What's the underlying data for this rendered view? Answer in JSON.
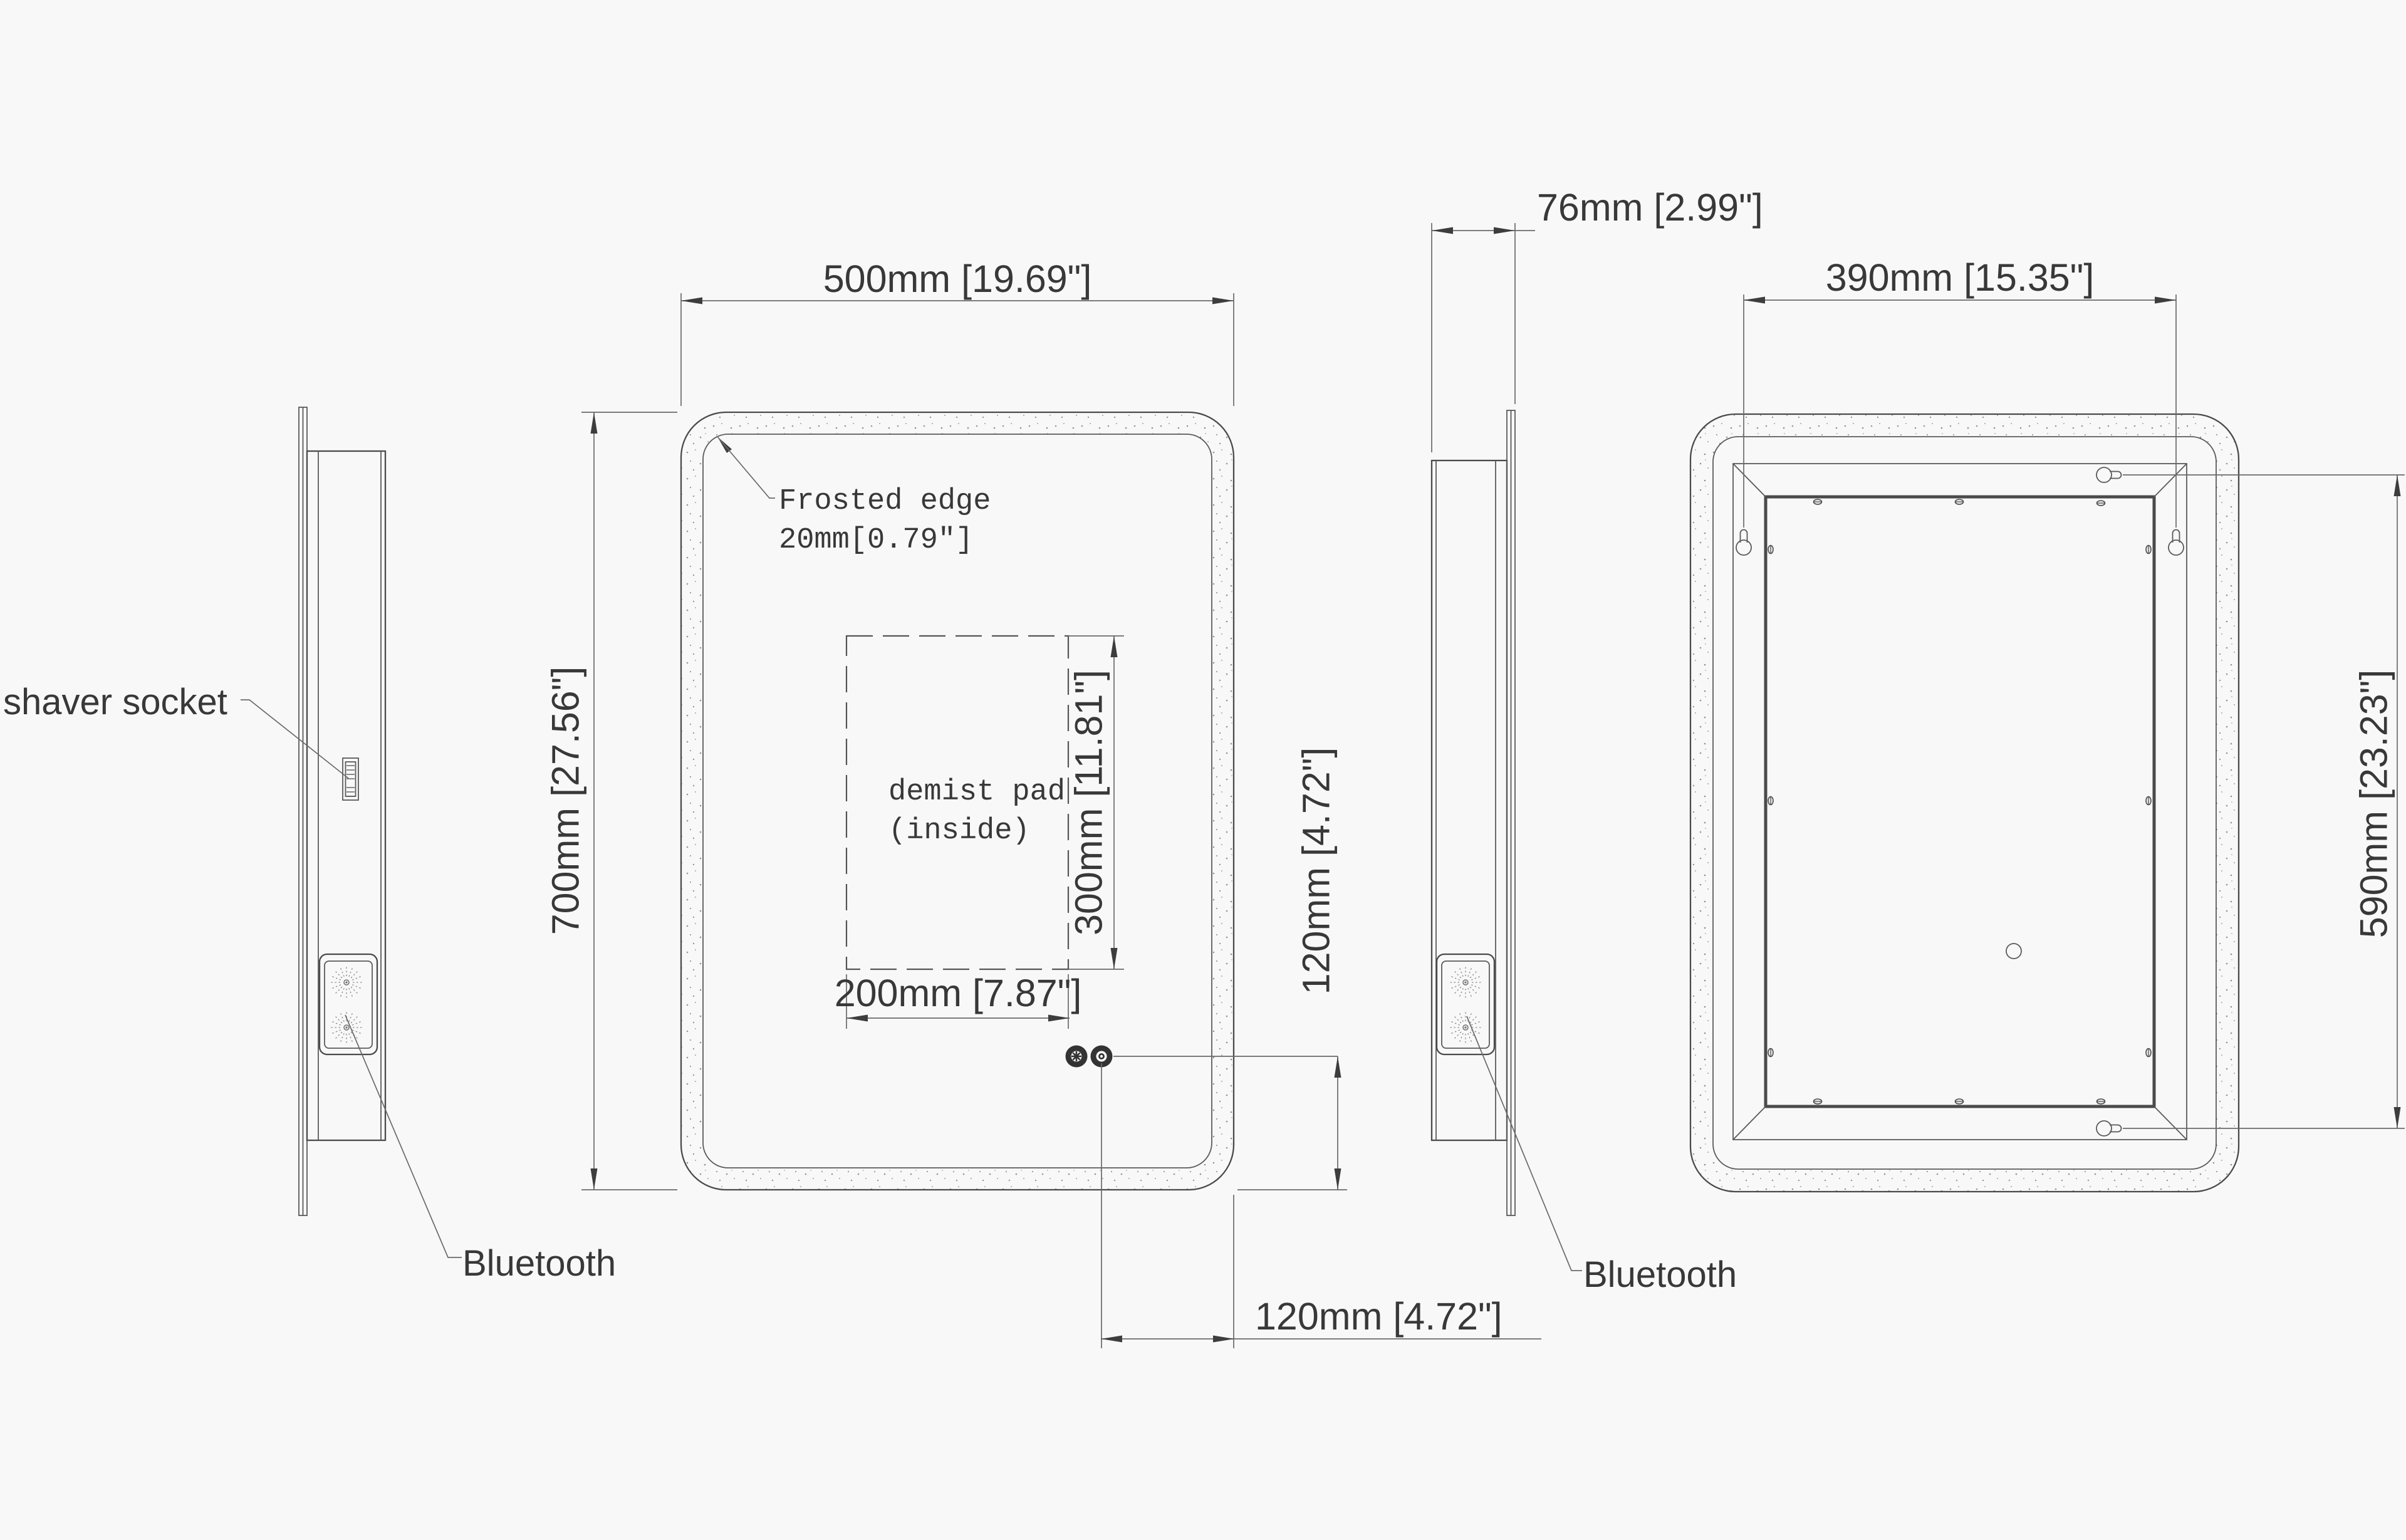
{
  "colors": {
    "background": "#f8f8f8",
    "line": "#4a4a4a",
    "dim_line": "#6a6a6a",
    "text": "#383838"
  },
  "views": {
    "side_left": {
      "shaver_socket_label": "shaver socket",
      "bluetooth_label": "Bluetooth"
    },
    "front": {
      "dim_width": "500mm [19.69\"]",
      "dim_height": "700mm [27.56\"]",
      "frosted_edge_note_line1": "Frosted edge",
      "frosted_edge_note_line2": "20mm[0.79″]",
      "demist_pad_line1": "demist pad",
      "demist_pad_line2": "(inside)",
      "dim_demist_width": "200mm [7.87\"]",
      "dim_demist_height": "300mm [11.81\"]",
      "dim_buttons_vertical": "120mm [4.72\"]",
      "dim_buttons_horizontal": "120mm [4.72\"]"
    },
    "side_right": {
      "dim_depth": "76mm [2.99\"]",
      "bluetooth_label": "Bluetooth"
    },
    "back": {
      "dim_hanger_width": "390mm [15.35\"]",
      "dim_hanger_height": "590mm [23.23\"]"
    }
  }
}
